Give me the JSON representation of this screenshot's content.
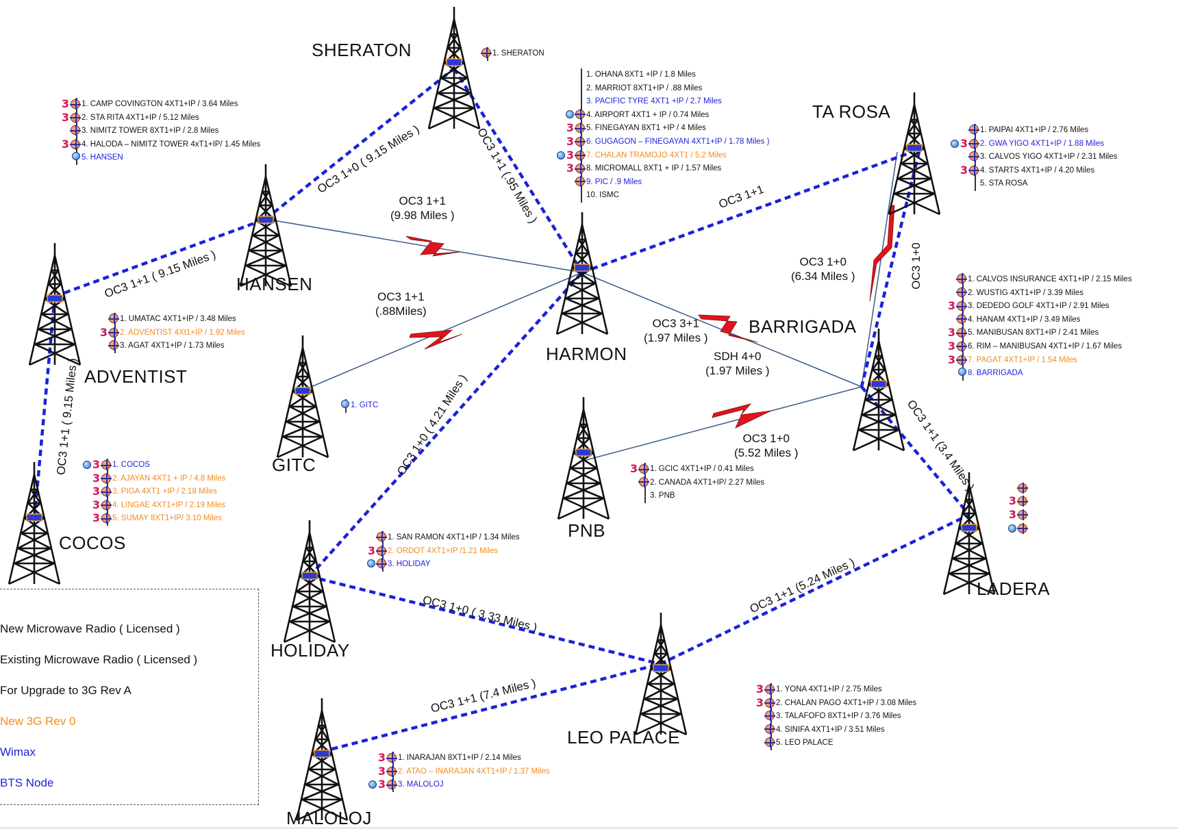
{
  "colors": {
    "black": "#111111",
    "blue": "#2020e0",
    "orange": "#f08c1e",
    "microwave_red": "#e0141e",
    "dash_blue": "#1a22d8"
  },
  "sites": [
    {
      "id": "sheraton",
      "name": "SHERATON"
    },
    {
      "id": "hansen",
      "name": "HANSEN"
    },
    {
      "id": "adventist",
      "name": "ADVENTIST"
    },
    {
      "id": "cocos",
      "name": "COCOS"
    },
    {
      "id": "harmon",
      "name": "HARMON"
    },
    {
      "id": "gitc",
      "name": "GITC"
    },
    {
      "id": "tarosa",
      "name": "TA ROSA"
    },
    {
      "id": "barrigada",
      "name": "BARRIGADA"
    },
    {
      "id": "pnb",
      "name": "PNB"
    },
    {
      "id": "holiday",
      "name": "HOLIDAY"
    },
    {
      "id": "ladera",
      "name": "LADERA"
    },
    {
      "id": "leopalace",
      "name": "LEO PALACE"
    },
    {
      "id": "maloloj",
      "name": "MALOLOJ"
    }
  ],
  "links": [
    {
      "id": "hansen-sheraton",
      "text": "OC3 1+0 ( 9.15 Miles )"
    },
    {
      "id": "sheraton-harmon",
      "text": "OC3 1+1 (.95 Miles )"
    },
    {
      "id": "hansen-harmon",
      "lines": [
        "OC3 1+1",
        "(9.98 Miles )"
      ]
    },
    {
      "id": "adventist-hansen",
      "text": "OC3 1+1 ( 9.15 Miles )"
    },
    {
      "id": "adventist-cocos",
      "text": "OC3 1+1 ( 9.15 Miles )"
    },
    {
      "id": "gitc-harmon",
      "lines": [
        "OC3 1+1",
        "(.88Miles)"
      ]
    },
    {
      "id": "harmon-tarosa",
      "text": "OC3 1+1"
    },
    {
      "id": "harmon-barrigada",
      "lines": [
        "OC3 3+1",
        "(1.97 Miles )"
      ]
    },
    {
      "id": "harmon-barrigada-sdh",
      "lines": [
        "SDH 4+0",
        "(1.97 Miles )"
      ]
    },
    {
      "id": "tarosa-barrigada-mw",
      "lines": [
        "OC3 1+0",
        "(6.34 Miles )"
      ]
    },
    {
      "id": "tarosa-barrigada-dash",
      "text": "OC3 1+0"
    },
    {
      "id": "pnb-barrigada",
      "lines": [
        "OC3 1+0",
        "(5.52 Miles )"
      ]
    },
    {
      "id": "barrigada-ladera",
      "text": "OC3 1+1 (3.4 Miles )"
    },
    {
      "id": "holiday-harmon",
      "text": "OC3 1+0 ( 4.21 Miles )"
    },
    {
      "id": "holiday-leopalace",
      "text": "OC3 1+0 ( 3.33 Miles )"
    },
    {
      "id": "leopalace-ladera",
      "text": "OC3 1+1 (5.24 Miles )"
    },
    {
      "id": "maloloj-leopalace",
      "text": "OC3 1+1 (7.4 Miles )"
    }
  ],
  "site_lists": {
    "sheraton": [
      {
        "icons": [
          "cross"
        ],
        "text": "1. SHERATON",
        "color": "black"
      }
    ],
    "hansen": [
      {
        "icons": [
          "3",
          "cross"
        ],
        "text": "1. CAMP COVINGTON 4XT1+IP / 3.64 Miles",
        "color": "black"
      },
      {
        "icons": [
          "3",
          "cross"
        ],
        "text": "2. STA RITA 4XT1+IP /  5.12 Miles",
        "color": "black"
      },
      {
        "icons": [
          "cross"
        ],
        "text": "3. NIMITZ TOWER 8XT1+IP / 2.8 Miles",
        "color": "black"
      },
      {
        "icons": [
          "3",
          "cross"
        ],
        "text": "4. HALODA – NIMITZ TOWER 4xT1+IP/ 1.45 Miles",
        "color": "black"
      },
      {
        "icons": [
          "wimax"
        ],
        "text": "5. HANSEN",
        "color": "blue"
      }
    ],
    "harmon": [
      {
        "icons": [],
        "text": "1. OHANA 8XT1 +IP / 1.8 Miles",
        "color": "black"
      },
      {
        "icons": [],
        "text": "2. MARRIOT 8XT1+IP / .88 Miles",
        "color": "black"
      },
      {
        "icons": [],
        "text": "3. PACIFIC TYRE 4XT1 +IP / 2.7 Miles",
        "color": "blue"
      },
      {
        "icons": [
          "wimax",
          "cross"
        ],
        "text": "4. AIRPORT  4XT1 + IP / 0.74 Miles",
        "color": "black"
      },
      {
        "icons": [
          "3",
          "cross"
        ],
        "text": "5. FINEGAYAN  8XT1 +IP / 4 Miles",
        "color": "black"
      },
      {
        "icons": [
          "3",
          "cross"
        ],
        "text": "6. GUGAGON – FINEGAYAN 4XT1+IP / 1.78 Miles )",
        "color": "blue"
      },
      {
        "icons": [
          "wimax",
          "3",
          "cross"
        ],
        "text": "7. CHALAN TRAMOJO 4XT1 /  5.2 Miles",
        "color": "orange"
      },
      {
        "icons": [
          "3",
          "cross"
        ],
        "text": "8. MICROMALL 8XT1 + IP / 1.57 Miles",
        "color": "black"
      },
      {
        "icons": [
          "cross"
        ],
        "text": "9. PIC / .9 Miles",
        "color": "blue"
      },
      {
        "icons": [],
        "text": "10. ISMC",
        "color": "black"
      }
    ],
    "tarosa": [
      {
        "icons": [
          "cross"
        ],
        "text": "1. PAIPAI 4XT1+IP /  2.76 Miles",
        "color": "black"
      },
      {
        "icons": [
          "wimax",
          "3",
          "cross"
        ],
        "text": "2. GWA YIGO 4XT1+IP / 1.88 Miles",
        "color": "blue"
      },
      {
        "icons": [
          "cross"
        ],
        "text": "3. CALVOS YIGO 4XT1+IP / 2.31 Miles",
        "color": "black"
      },
      {
        "icons": [
          "3",
          "cross"
        ],
        "text": "4. STARTS 4XT1+IP / 4.20 Miles",
        "color": "black"
      },
      {
        "icons": [],
        "text": "5. STA ROSA",
        "color": "black"
      }
    ],
    "adventist": [
      {
        "icons": [
          "cross"
        ],
        "text": "1. UMATAC 4XT1+IP  / 3.48 Miles",
        "color": "black"
      },
      {
        "icons": [
          "3",
          "cross"
        ],
        "text": "2. ADVENTIST 4Xt1+IP / 1.92 Miles",
        "color": "orange"
      },
      {
        "icons": [
          "cross"
        ],
        "text": "3. AGAT 4XT1+IP / 1.73 Miles",
        "color": "black"
      }
    ],
    "barrigada": [
      {
        "icons": [
          "cross"
        ],
        "text": "1. CALVOS INSURANCE 4XT1+IP / 2.15 Miles",
        "color": "black"
      },
      {
        "icons": [
          "cross"
        ],
        "text": "2. WUSTIG  4XT1+IP /  3.39 Miles",
        "color": "black"
      },
      {
        "icons": [
          "3",
          "cross"
        ],
        "text": "3. DEDEDO GOLF 4XT1+IP / 2.91 Miles",
        "color": "black"
      },
      {
        "icons": [
          "cross"
        ],
        "text": "4. HANAM 4XT1+IP / 3.49 Miles",
        "color": "black"
      },
      {
        "icons": [
          "3",
          "cross"
        ],
        "text": "5. MANIBUSAN 8XT1+IP /  2.41 Miles",
        "color": "black"
      },
      {
        "icons": [
          "3",
          "cross"
        ],
        "text": "6. RIM – MANIBUSAN 4XT1+IP / 1.67 Miles",
        "color": "black"
      },
      {
        "icons": [
          "3",
          "cross"
        ],
        "text": "7. PAGAT 4XT1+IP / 1.54 Miles",
        "color": "orange"
      },
      {
        "icons": [
          "wimax"
        ],
        "text": "8. BARRIGADA",
        "color": "blue"
      }
    ],
    "gitc": [
      {
        "icons": [
          "wimax"
        ],
        "text": "1. GITC",
        "color": "blue"
      }
    ],
    "cocos": [
      {
        "icons": [
          "wimax",
          "3",
          "cross"
        ],
        "text": "1. COCOS",
        "color": "blue"
      },
      {
        "icons": [
          "3",
          "cross"
        ],
        "text": "2. AJAYAN 4XT1 + IP / 4.8 Miles",
        "color": "orange"
      },
      {
        "icons": [
          "3",
          "cross"
        ],
        "text": "3. PIGA 4XT1 +IP / 2.18 Miles",
        "color": "orange"
      },
      {
        "icons": [
          "3",
          "cross"
        ],
        "text": "4. LINGAE 4XT1+IP / 2.19 Miles",
        "color": "orange"
      },
      {
        "icons": [
          "3",
          "cross"
        ],
        "text": "5. SUMAY 8XT1+IP/ 3.10 Miles",
        "color": "orange"
      }
    ],
    "pnb": [
      {
        "icons": [
          "3",
          "cross"
        ],
        "text": "1. GCIC 4XT1+IP / 0.41 Miles",
        "color": "black"
      },
      {
        "icons": [
          "cross"
        ],
        "text": "2. CANADA 4XT1+IP/ 2.27 Miles",
        "color": "black"
      },
      {
        "icons": [],
        "text": "3. PNB",
        "color": "black"
      }
    ],
    "holiday": [
      {
        "icons": [
          "cross"
        ],
        "text": "1. SAN RAMON 4XT1+IP /  1.34 Miles",
        "color": "black"
      },
      {
        "icons": [
          "3",
          "cross"
        ],
        "text": "2. ORDOT  4XT1+IP /1.21 Miles",
        "color": "orange"
      },
      {
        "icons": [
          "wimax",
          "cross"
        ],
        "text": "3. HOLIDAY",
        "color": "blue"
      }
    ],
    "leopalace": [
      {
        "icons": [
          "3",
          "cross"
        ],
        "text": "1. YONA 4XT1+IP /  2.75 Miles",
        "color": "black"
      },
      {
        "icons": [
          "3",
          "cross"
        ],
        "text": "2. CHALAN PAGO 4XT1+IP / 3.08 Miles",
        "color": "black"
      },
      {
        "icons": [
          "cross"
        ],
        "text": "3. TALAFOFO 8XT1+IP / 3.76 Miles",
        "color": "black"
      },
      {
        "icons": [
          "cross"
        ],
        "text": "4. SINIFA  4XT1+IP / 3.51 Miles",
        "color": "black"
      },
      {
        "icons": [
          "cross"
        ],
        "text": "5. LEO PALACE",
        "color": "black"
      }
    ],
    "maloloj": [
      {
        "icons": [
          "3",
          "cross"
        ],
        "text": "1. INARAJAN 8XT1+IP / 2.14 Miles",
        "color": "black"
      },
      {
        "icons": [
          "3",
          "cross"
        ],
        "text": "2. ATAO – INARAJAN 4XT1+IP / 1.37 Miles",
        "color": "orange"
      },
      {
        "icons": [
          "wimax",
          "3",
          "cross"
        ],
        "text": "3. MALOLOJ",
        "color": "blue"
      }
    ]
  },
  "ladera_icons": [
    {
      "icons": [
        "cross"
      ]
    },
    {
      "icons": [
        "3",
        "cross"
      ]
    },
    {
      "icons": [
        "3",
        "cross"
      ]
    },
    {
      "icons": [
        "wimax",
        "cross"
      ]
    }
  ],
  "legend": [
    {
      "text": "New Microwave Radio ( Licensed )",
      "color": "black"
    },
    {
      "text": "Existing Microwave Radio ( Licensed )",
      "color": "black"
    },
    {
      "text": "For Upgrade to 3G Rev A",
      "color": "black"
    },
    {
      "text": "New 3G Rev 0",
      "color": "orange"
    },
    {
      "text": "Wimax",
      "color": "blue"
    },
    {
      "text": "BTS Node",
      "color": "blue"
    }
  ]
}
